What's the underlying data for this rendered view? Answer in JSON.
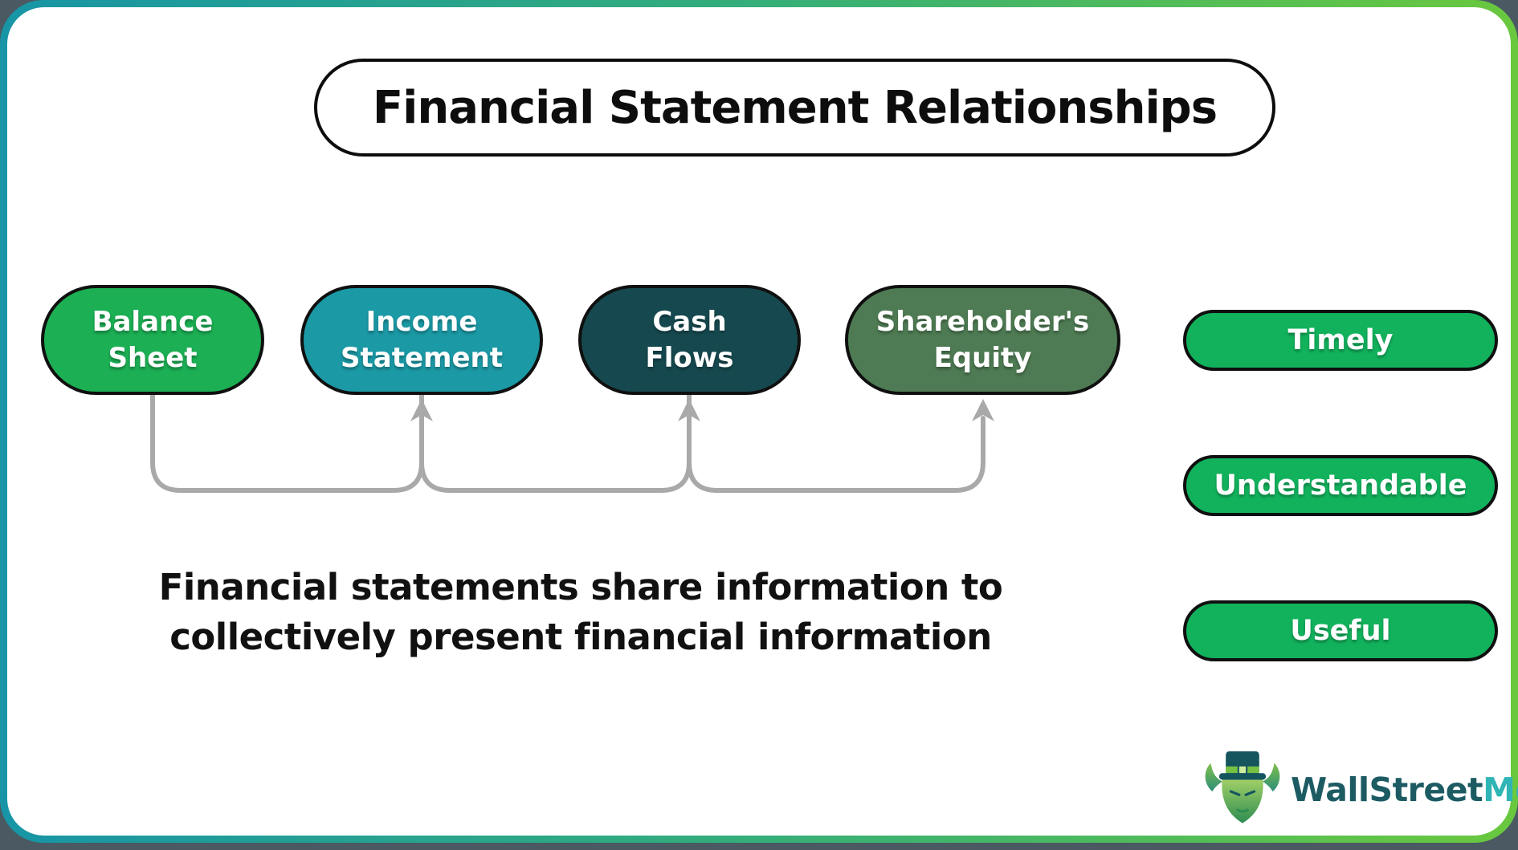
{
  "title": "Financial Statement Relationships",
  "statements": [
    {
      "label": "Balance Sheet",
      "color": "#1CAF54"
    },
    {
      "label": "Income Statement",
      "color": "#1B99A5"
    },
    {
      "label": "Cash Flows",
      "color": "#16494F"
    },
    {
      "label": "Shareholder's Equity",
      "color": "#4E7B53"
    }
  ],
  "qualities": [
    {
      "label": "Timely",
      "color": "#12B25D"
    },
    {
      "label": "Understandable",
      "color": "#12B25D"
    },
    {
      "label": "Useful",
      "color": "#12B25D"
    }
  ],
  "caption": {
    "line1": "Financial statements share information to",
    "line2": "collectively present financial information"
  },
  "logo": {
    "primary": "WallStreet",
    "secondary": "Mojo"
  },
  "theme": {
    "border_gradient_start": "#1795A6",
    "border_gradient_end": "#6AC83E",
    "connector_color": "#A9A9A9",
    "outside_background": "#4A5962",
    "card_background": "#FFFFFF"
  }
}
